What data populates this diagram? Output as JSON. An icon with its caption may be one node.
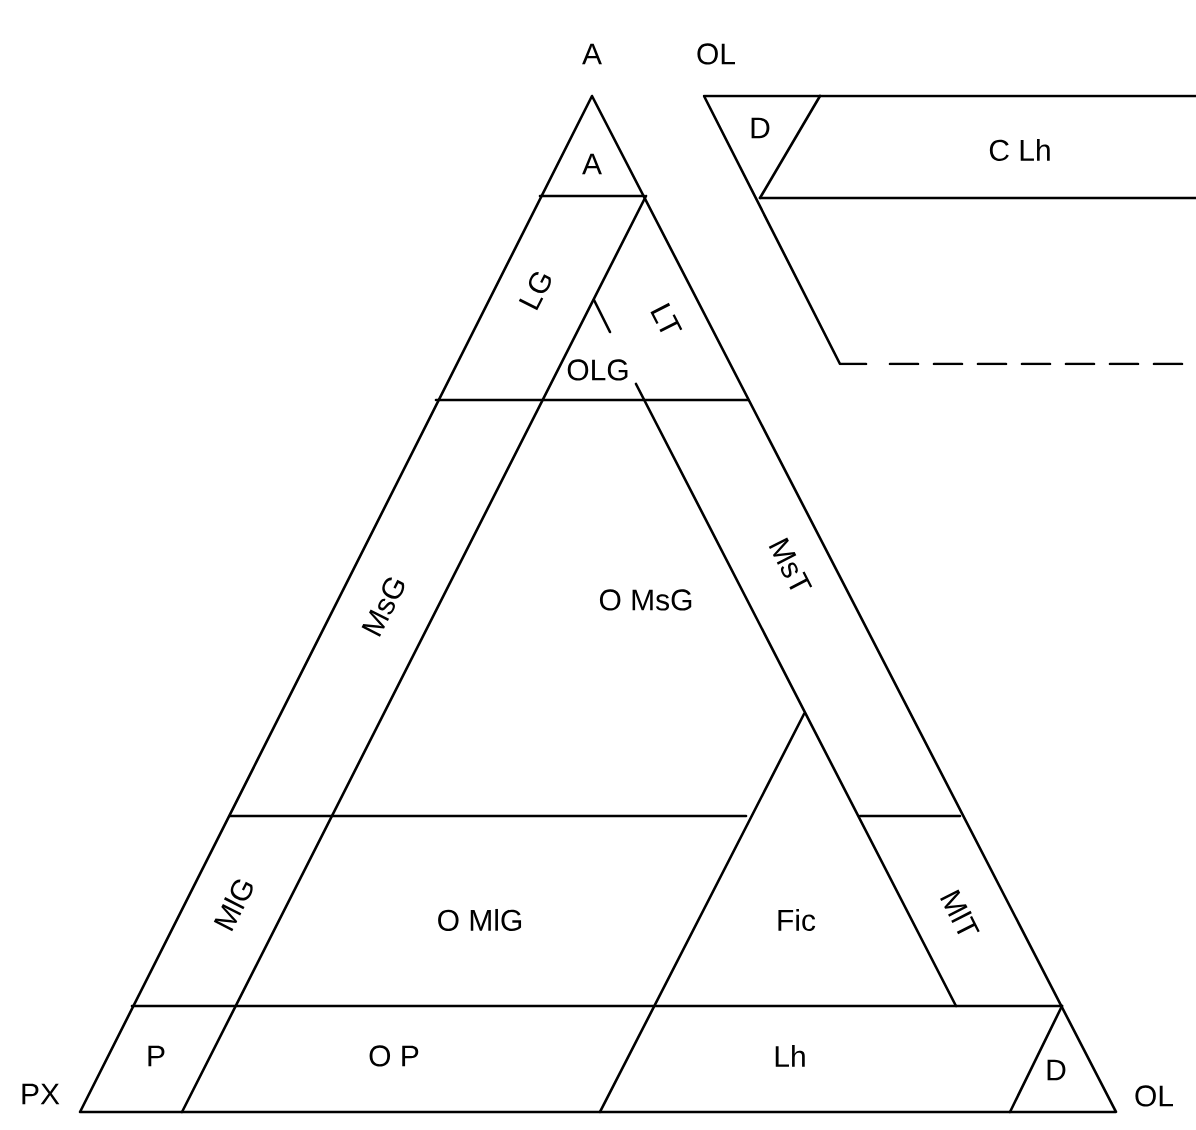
{
  "diagram": {
    "labels": [
      "A",
      "OL",
      "A",
      "D",
      "C Lh",
      "LG",
      "LT",
      "OLG",
      "MsG",
      "O MsG",
      "MsT",
      "MlG",
      "O MlG",
      "Fic",
      "MlT",
      "PX",
      "P",
      "O P",
      "Lh",
      "D",
      "OL"
    ]
  }
}
